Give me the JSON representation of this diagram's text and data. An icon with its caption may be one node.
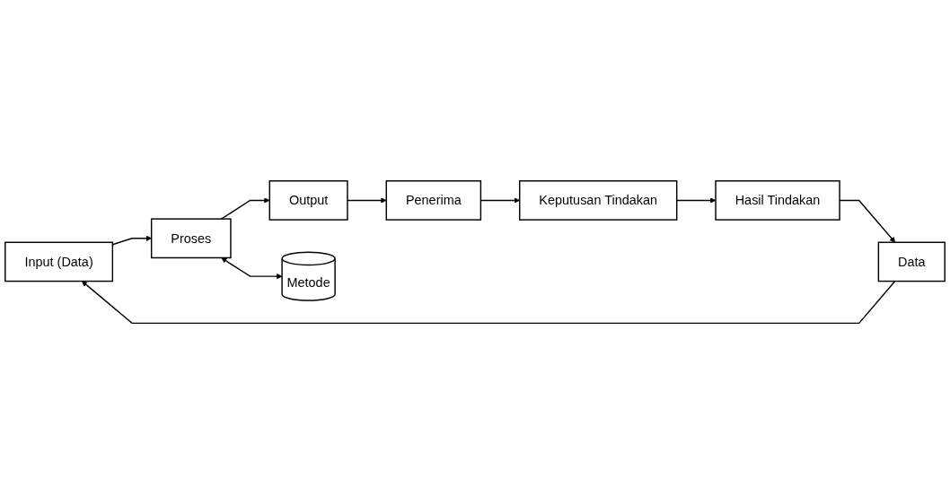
{
  "diagram": {
    "nodes": [
      {
        "text": [
          "Input (Data)"
        ]
      },
      {
        "text": [
          "Proses"
        ]
      },
      {
        "text": [
          "Output"
        ]
      },
      {
        "text": [
          "Metode"
        ]
      },
      {
        "text": [
          "Penerima"
        ]
      },
      {
        "text": [
          "Keputusan Tindakan"
        ]
      },
      {
        "text": [
          "Hasil Tindakan"
        ]
      },
      {
        "text": [
          "Data"
        ]
      }
    ],
    "edges": [
      {
        "from": 0,
        "to": 1,
        "arrow": "to"
      },
      {
        "from": 1,
        "to": 2,
        "arrow": "to"
      },
      {
        "from": 1,
        "to": 3,
        "arrow": "both"
      },
      {
        "from": 2,
        "to": 4,
        "arrow": "to"
      },
      {
        "from": 4,
        "to": 5,
        "arrow": "to"
      },
      {
        "from": 5,
        "to": 6,
        "arrow": "to"
      },
      {
        "from": 6,
        "to": 7,
        "arrow": "to"
      },
      {
        "from": 7,
        "to": 0,
        "arrow": "to"
      }
    ]
  }
}
